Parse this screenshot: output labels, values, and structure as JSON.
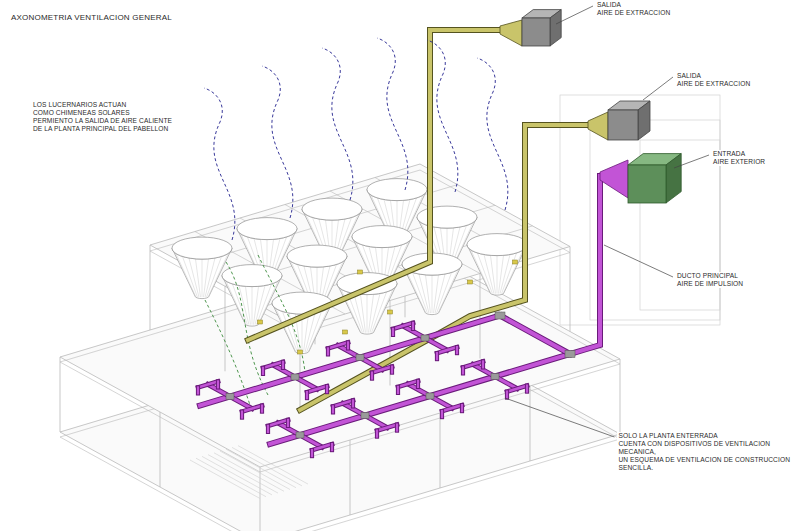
{
  "diagram": {
    "title": "AXONOMETRIA VENTILACION GENERAL",
    "labels": [
      "LOS LUCERNARIOS ACTUAN COMO CHIMENEAS SOLARES PERMIENTO LA SALIDA DE AIRE CALIENTE DE LA PLANTA PRINCIPAL DEL PABELLON",
      "SALIDA AIRE DE EXTRACCION",
      "SALIDA AIRE DE EXTRACCION",
      "ENTRADA AIRE EXTERIOR",
      "DUCTO PRINCIPAL AIRE DE IMPULSION",
      "SOLO LA PLANTA ENTERRADA CUENTA CON DISPOSITIVOS DE VENTILACION MECANICA, UN ESQUEMA DE VENTILACION DE CONSTRUCCION SENCILLA."
    ]
  }
}
